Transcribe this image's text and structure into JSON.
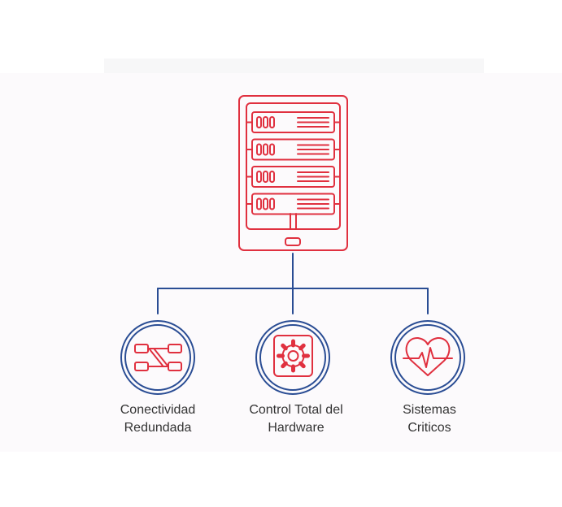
{
  "colors": {
    "red": "#e0303f",
    "blue": "#2a4d94",
    "text": "#333333"
  },
  "server": {
    "icon": "server-rack-icon",
    "units": 4
  },
  "nodes": [
    {
      "icon": "network-redundancy-icon",
      "line1": "Conectividad",
      "line2": "Redundada"
    },
    {
      "icon": "gear-icon",
      "line1": "Control Total del",
      "line2": "Hardware"
    },
    {
      "icon": "heart-pulse-icon",
      "line1": "Sistemas",
      "line2": "Criticos"
    }
  ]
}
